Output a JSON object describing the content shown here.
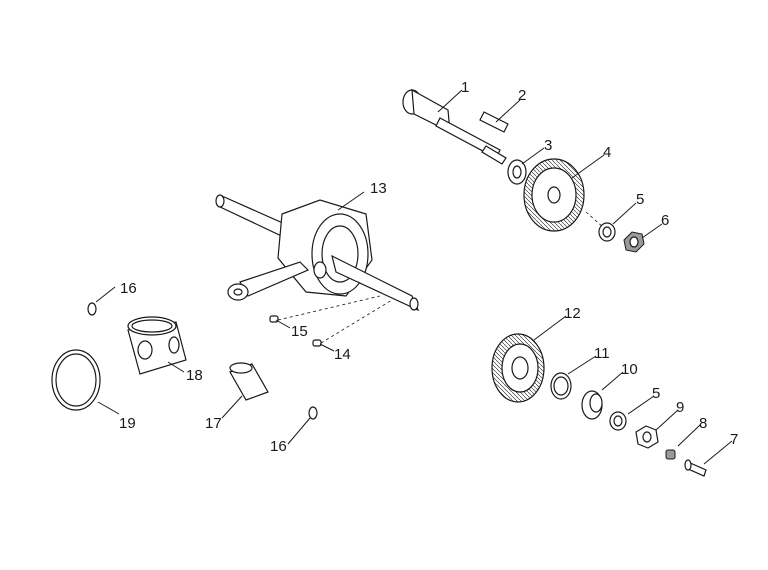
{
  "diagram": {
    "callouts": [
      "1",
      "2",
      "3",
      "4",
      "5",
      "6",
      "12",
      "11",
      "10",
      "5",
      "9",
      "8",
      "7",
      "13",
      "16",
      "15",
      "14",
      "18",
      "19",
      "17",
      "16"
    ]
  }
}
